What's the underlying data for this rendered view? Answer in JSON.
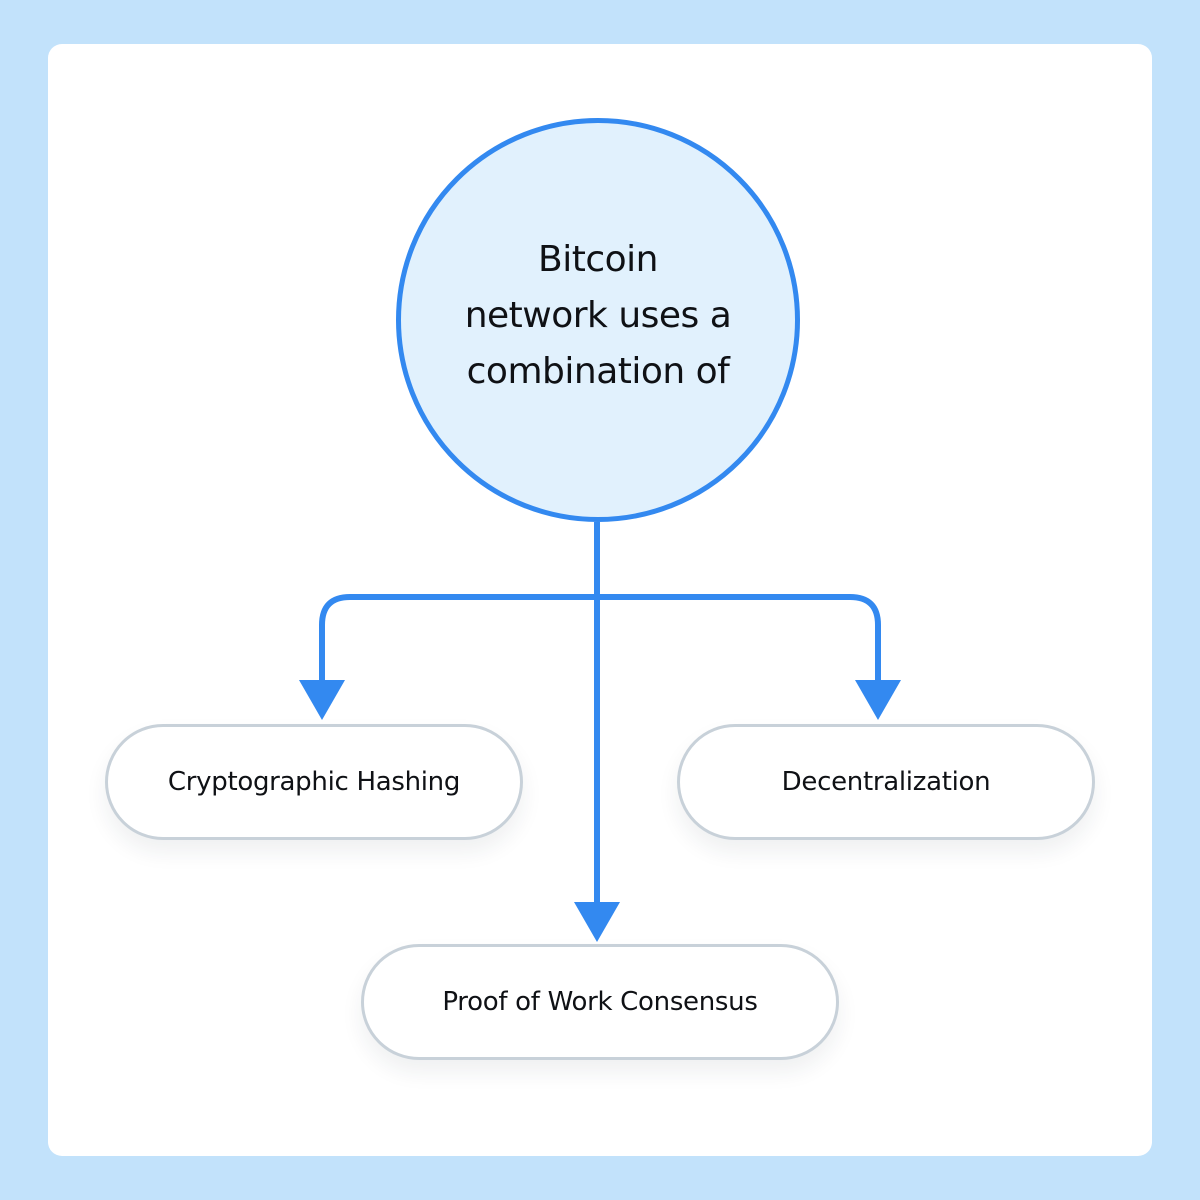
{
  "diagram": {
    "center": {
      "lines": [
        "Bitcoin",
        "network uses a",
        "combination of"
      ]
    },
    "nodes": [
      {
        "label": "Cryptographic Hashing"
      },
      {
        "label": "Decentralization"
      },
      {
        "label": "Proof of Work Consensus"
      }
    ]
  },
  "colors": {
    "background": "#c2e2fb",
    "card": "#ffffff",
    "accent": "#3389f0",
    "hub_fill": "#e1f1fd",
    "node_border": "#c8d1d9",
    "text": "#0f1115"
  }
}
